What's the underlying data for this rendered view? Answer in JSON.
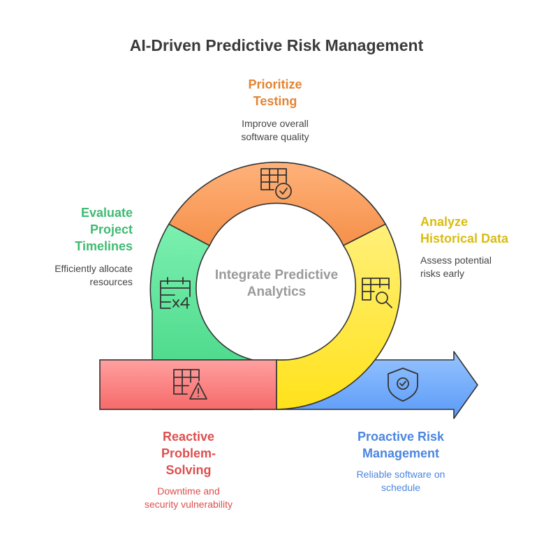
{
  "title": "AI-Driven Predictive Risk Management",
  "center": {
    "line1": "Integrate Predictive",
    "line2": "Analytics"
  },
  "stages": {
    "prioritize": {
      "l1": "Prioritize",
      "l2": "Testing",
      "d1": "Improve overall",
      "d2": "software quality",
      "color": "#f08a3c"
    },
    "evaluate": {
      "l1": "Evaluate",
      "l2": "Project",
      "l3": "Timelines",
      "d1": "Efficiently allocate",
      "d2": "resources",
      "color": "#3dbb73"
    },
    "analyze": {
      "l1": "Analyze",
      "l2": "Historical Data",
      "d1": "Assess potential",
      "d2": "risks early",
      "color": "#e3c514"
    },
    "reactive": {
      "l1": "Reactive",
      "l2": "Problem-",
      "l3": "Solving",
      "d1": "Downtime and",
      "d2": "security vulnerability",
      "color": "#e05252"
    },
    "proactive": {
      "l1": "Proactive Risk",
      "l2": "Management",
      "d1": "Reliable software on",
      "d2": "schedule",
      "color": "#4a86e0"
    }
  },
  "icons": {
    "prioritize": "table-check-icon",
    "evaluate": "calendar-x4-icon",
    "analyze": "table-search-icon",
    "reactive": "table-warning-icon",
    "proactive": "shield-check-icon"
  }
}
